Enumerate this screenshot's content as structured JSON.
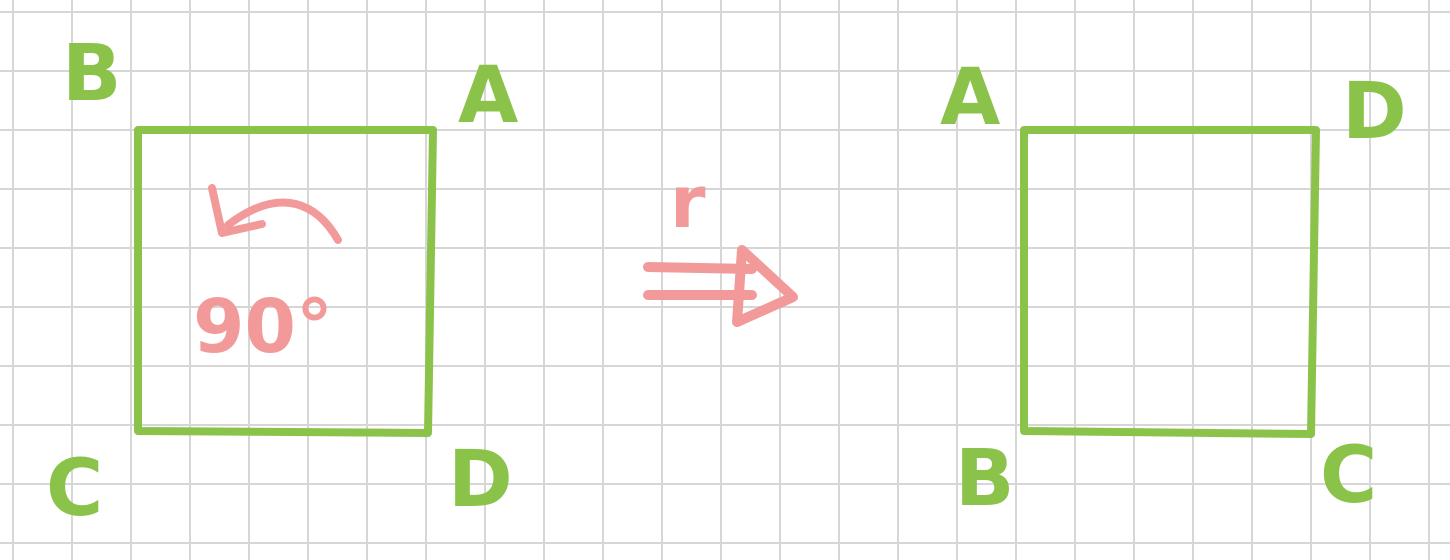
{
  "colors": {
    "background": "#ffffff",
    "grid": "#d6d6d6",
    "square": "#8bc34a",
    "annotation": "#f29a9a"
  },
  "before": {
    "vertices": {
      "top_left": "B",
      "top_right": "A",
      "bottom_left": "C",
      "bottom_right": "D"
    },
    "angle_label": "90°"
  },
  "transform": {
    "notation": "r",
    "arrow": "double-arrow-icon"
  },
  "after": {
    "vertices": {
      "top_left": "A",
      "top_right": "D",
      "bottom_left": "B",
      "bottom_right": "C"
    }
  }
}
